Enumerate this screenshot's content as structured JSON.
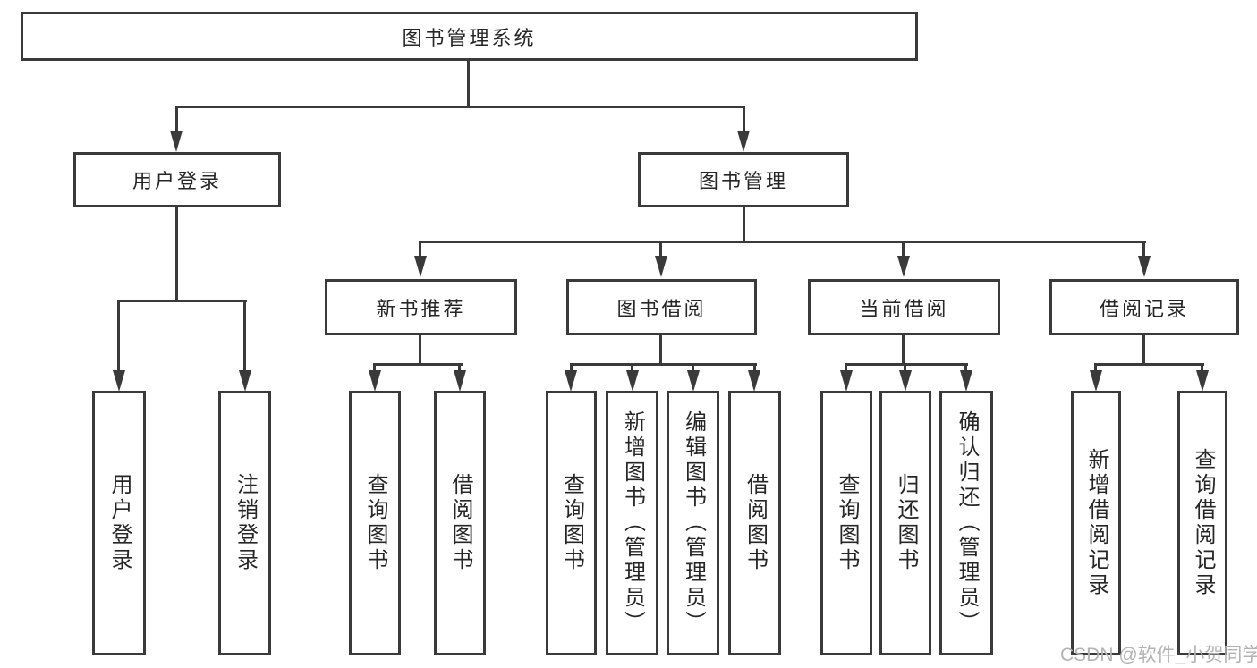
{
  "diagram": {
    "root": {
      "label": "图书管理系统",
      "children": [
        {
          "label": "用户登录",
          "children": [
            {
              "label": "用户登录"
            },
            {
              "label": "注销登录"
            }
          ]
        },
        {
          "label": "图书管理",
          "children": [
            {
              "label": "新书推荐",
              "children": [
                {
                  "label": "查询图书"
                },
                {
                  "label": "借阅图书"
                }
              ]
            },
            {
              "label": "图书借阅",
              "children": [
                {
                  "label": "查询图书"
                },
                {
                  "label": "新增图书（管理员）"
                },
                {
                  "label": "编辑图书（管理员）"
                },
                {
                  "label": "借阅图书"
                }
              ]
            },
            {
              "label": "当前借阅",
              "children": [
                {
                  "label": "查询图书"
                },
                {
                  "label": "归还图书"
                },
                {
                  "label": "确认归还（管理员）"
                }
              ]
            },
            {
              "label": "借阅记录",
              "children": [
                {
                  "label": "新增借阅记录"
                },
                {
                  "label": "查询借阅记录"
                }
              ]
            }
          ]
        }
      ]
    }
  },
  "watermark": "CSDN @软件_小贺同学",
  "colors": {
    "line": "#3a3a3a",
    "text": "#262626",
    "watermark": "#b3b3b3",
    "background": "#ffffff"
  }
}
